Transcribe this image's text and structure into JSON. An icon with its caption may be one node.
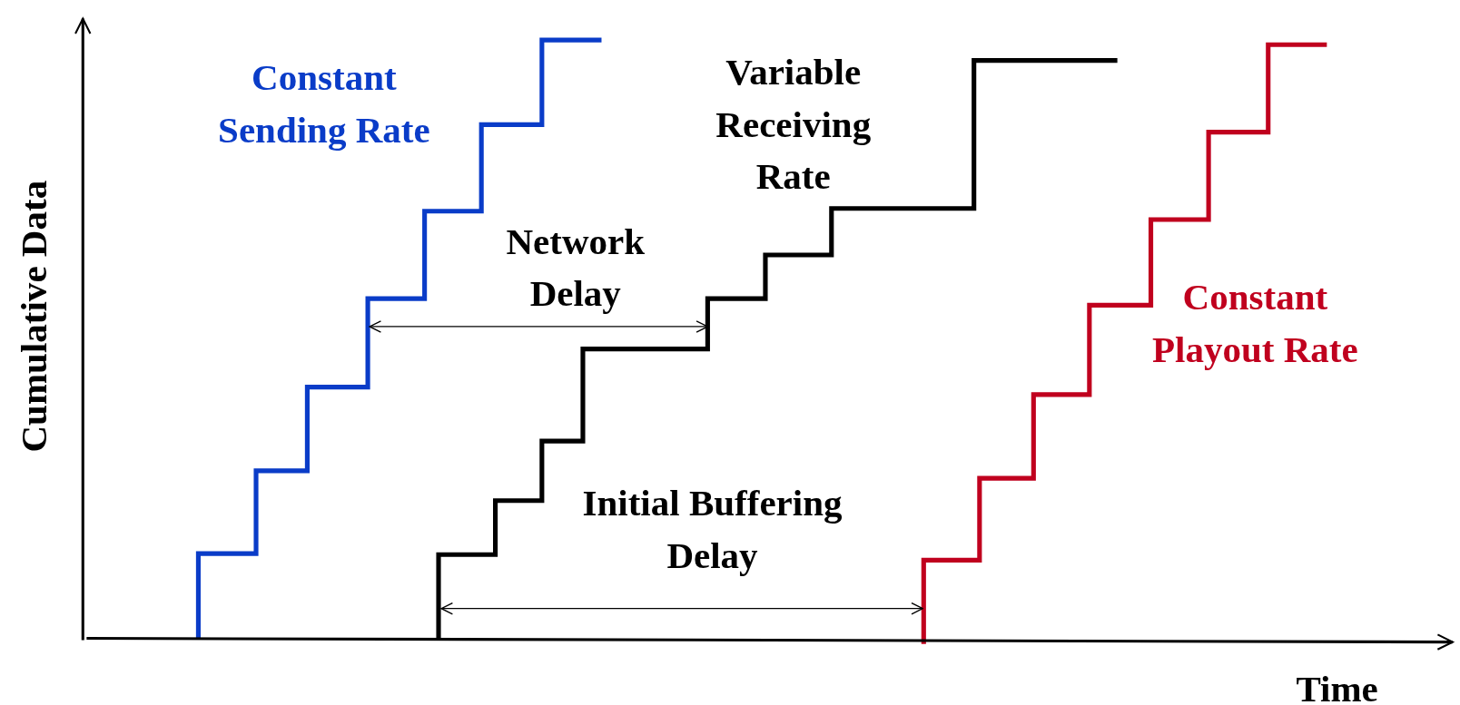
{
  "diagram": {
    "labels": [
      "Constant Sending Rate",
      "Variable Receiving Rate",
      "Cumulative Data",
      "Network Delay",
      "Constant Playout Rate",
      "Initial Buffering Delay",
      "Time"
    ]
  }
}
